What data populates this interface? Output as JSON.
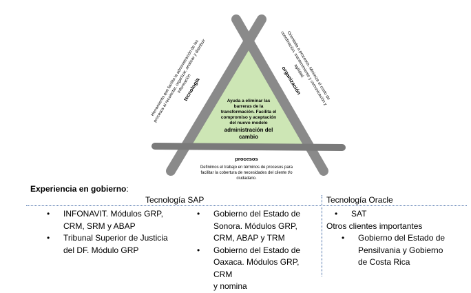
{
  "diagram": {
    "center_text": [
      "Ayuda a eliminar las",
      "barreras de la",
      "transformación. Facilita el",
      "compromiso y aceptación",
      "del nuevo modelo"
    ],
    "center_title": [
      "administración del",
      "cambio"
    ],
    "left_title": "tecnología",
    "left_text": [
      "Herramienta que facilita la administración de los",
      "procesos al recolectar, organizar, analizar y distribuir",
      "información"
    ],
    "right_title": "organización",
    "right_text": [
      "Orientada a procesos. Minimiza el costo de",
      "coordinación, mantenimiento y comunicación y",
      "agilidad."
    ],
    "bottom_title": "procesos",
    "bottom_text": [
      "Definimos el trabajo en términos de procesos para",
      "facilitar la cobertura de necesidades del cliente t/o",
      "ciudadano."
    ],
    "colors": {
      "fill": "#cde6b5",
      "beam": "#8a8a8a",
      "beam_dark": "#6f6f6f"
    }
  },
  "experience": {
    "title_bold": "Experiencia en gobierno",
    "title_suffix": ":",
    "sap_header": "Tecnología SAP",
    "oracle_header": "Tecnología Oracle",
    "col1": [
      [
        "INFONAVIT. Módulos GRP,",
        "CRM, SRM y ABAP"
      ],
      [
        "Tribunal Superior de Justicia",
        "del DF. Módulo GRP"
      ]
    ],
    "col2": [
      [
        "Gobierno del Estado de",
        "Sonora. Módulos GRP,",
        "CRM, ABAP y TRM"
      ],
      [
        "Gobierno del Estado de",
        "Oaxaca. Módulos GRP, CRM",
        "y nomina"
      ]
    ],
    "col3_first": "SAT",
    "col3_other": "Otros clientes importantes",
    "col3_item": [
      "Gobierno del Estado de",
      "Pensilvania y Gobierno",
      "de Costa Rica"
    ]
  }
}
